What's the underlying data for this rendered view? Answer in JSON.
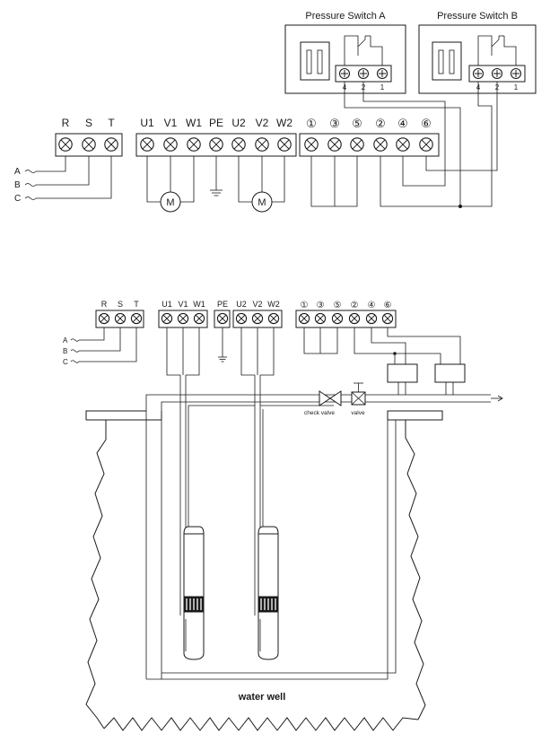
{
  "top_diagram": {
    "switch_a_title": "Pressure Switch A",
    "switch_b_title": "Pressure Switch B",
    "switch_a_pins": [
      "4",
      "2",
      "1"
    ],
    "switch_b_pins": [
      "4",
      "2",
      "1"
    ],
    "supply_terminals": [
      "R",
      "S",
      "T"
    ],
    "motor_terminals": [
      "U1",
      "V1",
      "W1",
      "PE",
      "U2",
      "V2",
      "W2"
    ],
    "control_terminals": [
      "①",
      "③",
      "⑤",
      "②",
      "④",
      "⑥"
    ],
    "phase_inputs": [
      "A",
      "B",
      "C"
    ],
    "motor_symbol": "M"
  },
  "bottom_diagram": {
    "supply_terminals": [
      "R",
      "S",
      "T"
    ],
    "motor_terminals": [
      "U1",
      "V1",
      "W1",
      "PE",
      "U2",
      "V2",
      "W2"
    ],
    "control_terminals": [
      "①",
      "③",
      "⑤",
      "②",
      "④",
      "⑥"
    ],
    "phase_inputs": [
      "A",
      "B",
      "C"
    ],
    "check_valve_label": "check valve",
    "valve_label": "valve",
    "well_label": "water well"
  }
}
